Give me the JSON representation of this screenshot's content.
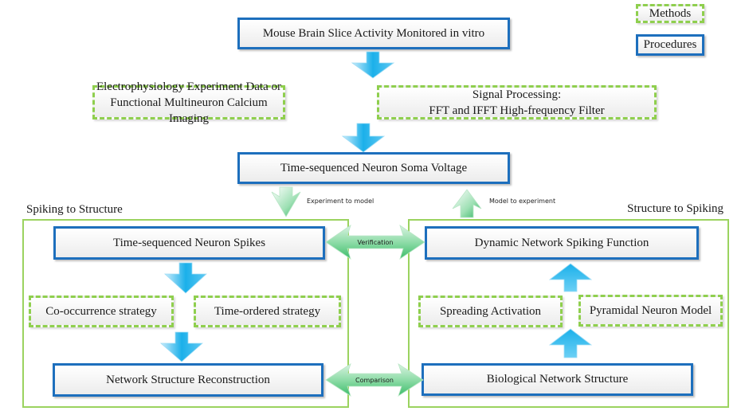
{
  "legend": {
    "methods_label": "Methods",
    "procedures_label": "Procedures",
    "methods_color": "#8fcf4e",
    "procedures_color": "#1d6fbd"
  },
  "top": {
    "source": "Mouse Brain Slice Activity Monitored in vitro",
    "method_left_line1": "Electrophysiology Experiment Data or",
    "method_left_line2": "Functional Multineuron Calcium Imaging",
    "method_right_line1": "Signal Processing:",
    "method_right_line2": "FFT and IFFT High-frequency Filter",
    "voltage": "Time-sequenced Neuron Soma Voltage",
    "down_label": "Experiment to model",
    "up_label": "Model to experiment"
  },
  "left_group": {
    "title": "Spiking to Structure",
    "spikes": "Time-sequenced Neuron Spikes",
    "strategy_a": "Co-occurrence strategy",
    "strategy_b": "Time-ordered strategy",
    "reconstruction": "Network Structure Reconstruction"
  },
  "right_group": {
    "title": "Structure to Spiking",
    "function": "Dynamic Network Spiking Function",
    "method_a": "Spreading Activation",
    "method_b": "Pyramidal Neuron Model",
    "structure": "Biological Network Structure"
  },
  "links": {
    "verification": "Verification",
    "comparison": "Comparison"
  },
  "colors": {
    "blue_arrow": "#1bb0ea",
    "green_arrow": "#4cc37a",
    "container": "#9bd35f"
  }
}
